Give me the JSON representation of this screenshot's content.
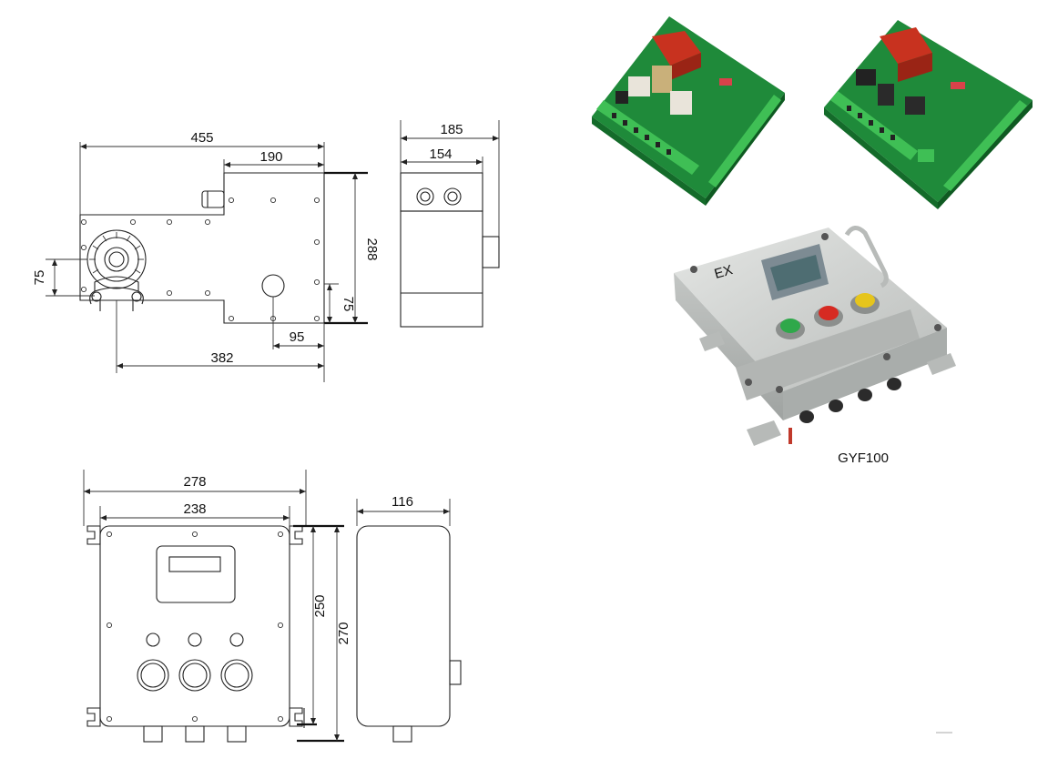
{
  "dimensions": {
    "pump_front": {
      "overall_width": "455",
      "upper_width": "190",
      "offset_width": "382",
      "lower_step": "95",
      "left_height": "75",
      "right_step_height": "75",
      "overall_height": "288"
    },
    "pump_side": {
      "outer_width": "185",
      "inner_width": "154"
    },
    "box_front": {
      "outer_width": "278",
      "hole_spacing": "238",
      "inner_height": "250",
      "outer_height": "270"
    },
    "box_side": {
      "depth": "116"
    }
  },
  "photos": {
    "enclosure_model": "GYF100",
    "enclosure_lid_mark": "EX"
  },
  "colors": {
    "pcb": "#1f8a3a",
    "pcb_dark": "#146b2a",
    "relay": "#c8321f",
    "terminal": "#3fbf55",
    "enclosure": "#cfd1cf",
    "button_green": "#2fa84a",
    "button_red": "#d62a22",
    "button_yellow": "#e6c51c"
  }
}
